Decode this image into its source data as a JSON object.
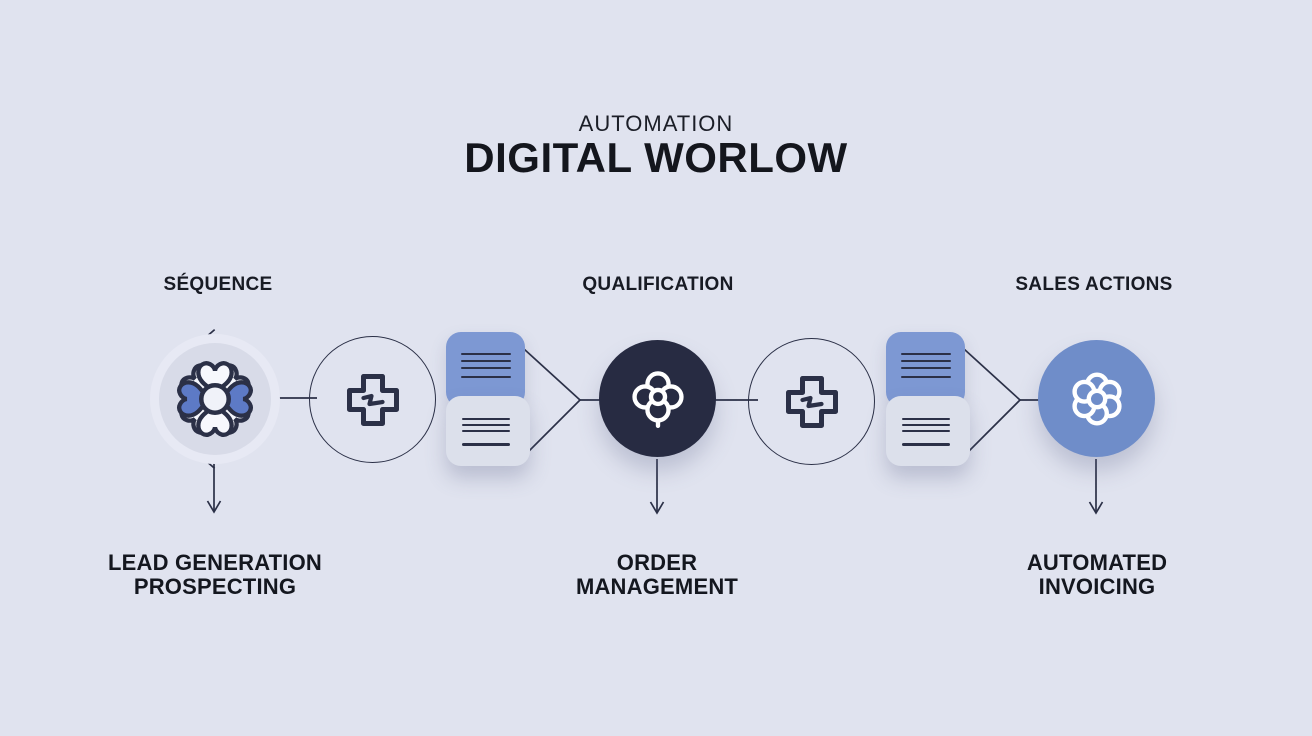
{
  "title": {
    "kicker": "AUTOMATION",
    "heading": "DIGITAL WORLOW"
  },
  "columns": [
    {
      "header": "SÉQUENCE",
      "caption_lines": [
        "LEAD GENERATION",
        "PROSPECTING"
      ]
    },
    {
      "header": "QUALIFICATION",
      "caption_lines": [
        "ORDER",
        "MANAGEMENT"
      ]
    },
    {
      "header": "SALES ACTIONS",
      "caption_lines": [
        "AUTOMATED",
        "INVOICING"
      ]
    }
  ],
  "icons": {
    "sequence_node": "heart-petal-flower-icon",
    "integration_nodes": "puzzle-plus-icon",
    "document_nodes": "stacked-documents-icon",
    "qualification_node": "clover-flower-icon",
    "sales_node": "six-petal-flower-icon"
  },
  "colors": {
    "background": "#e0e3ef",
    "line_color": "#2b3047",
    "card_blue": "#7d98d3",
    "card_light": "#dce0eb",
    "circle_dark": "#272b42",
    "circle_blue": "#6f8dc9",
    "petal_blue": "#5d7ac6",
    "soft_circle_bg": "#d8dbe8",
    "text_dark": "#14161d"
  }
}
